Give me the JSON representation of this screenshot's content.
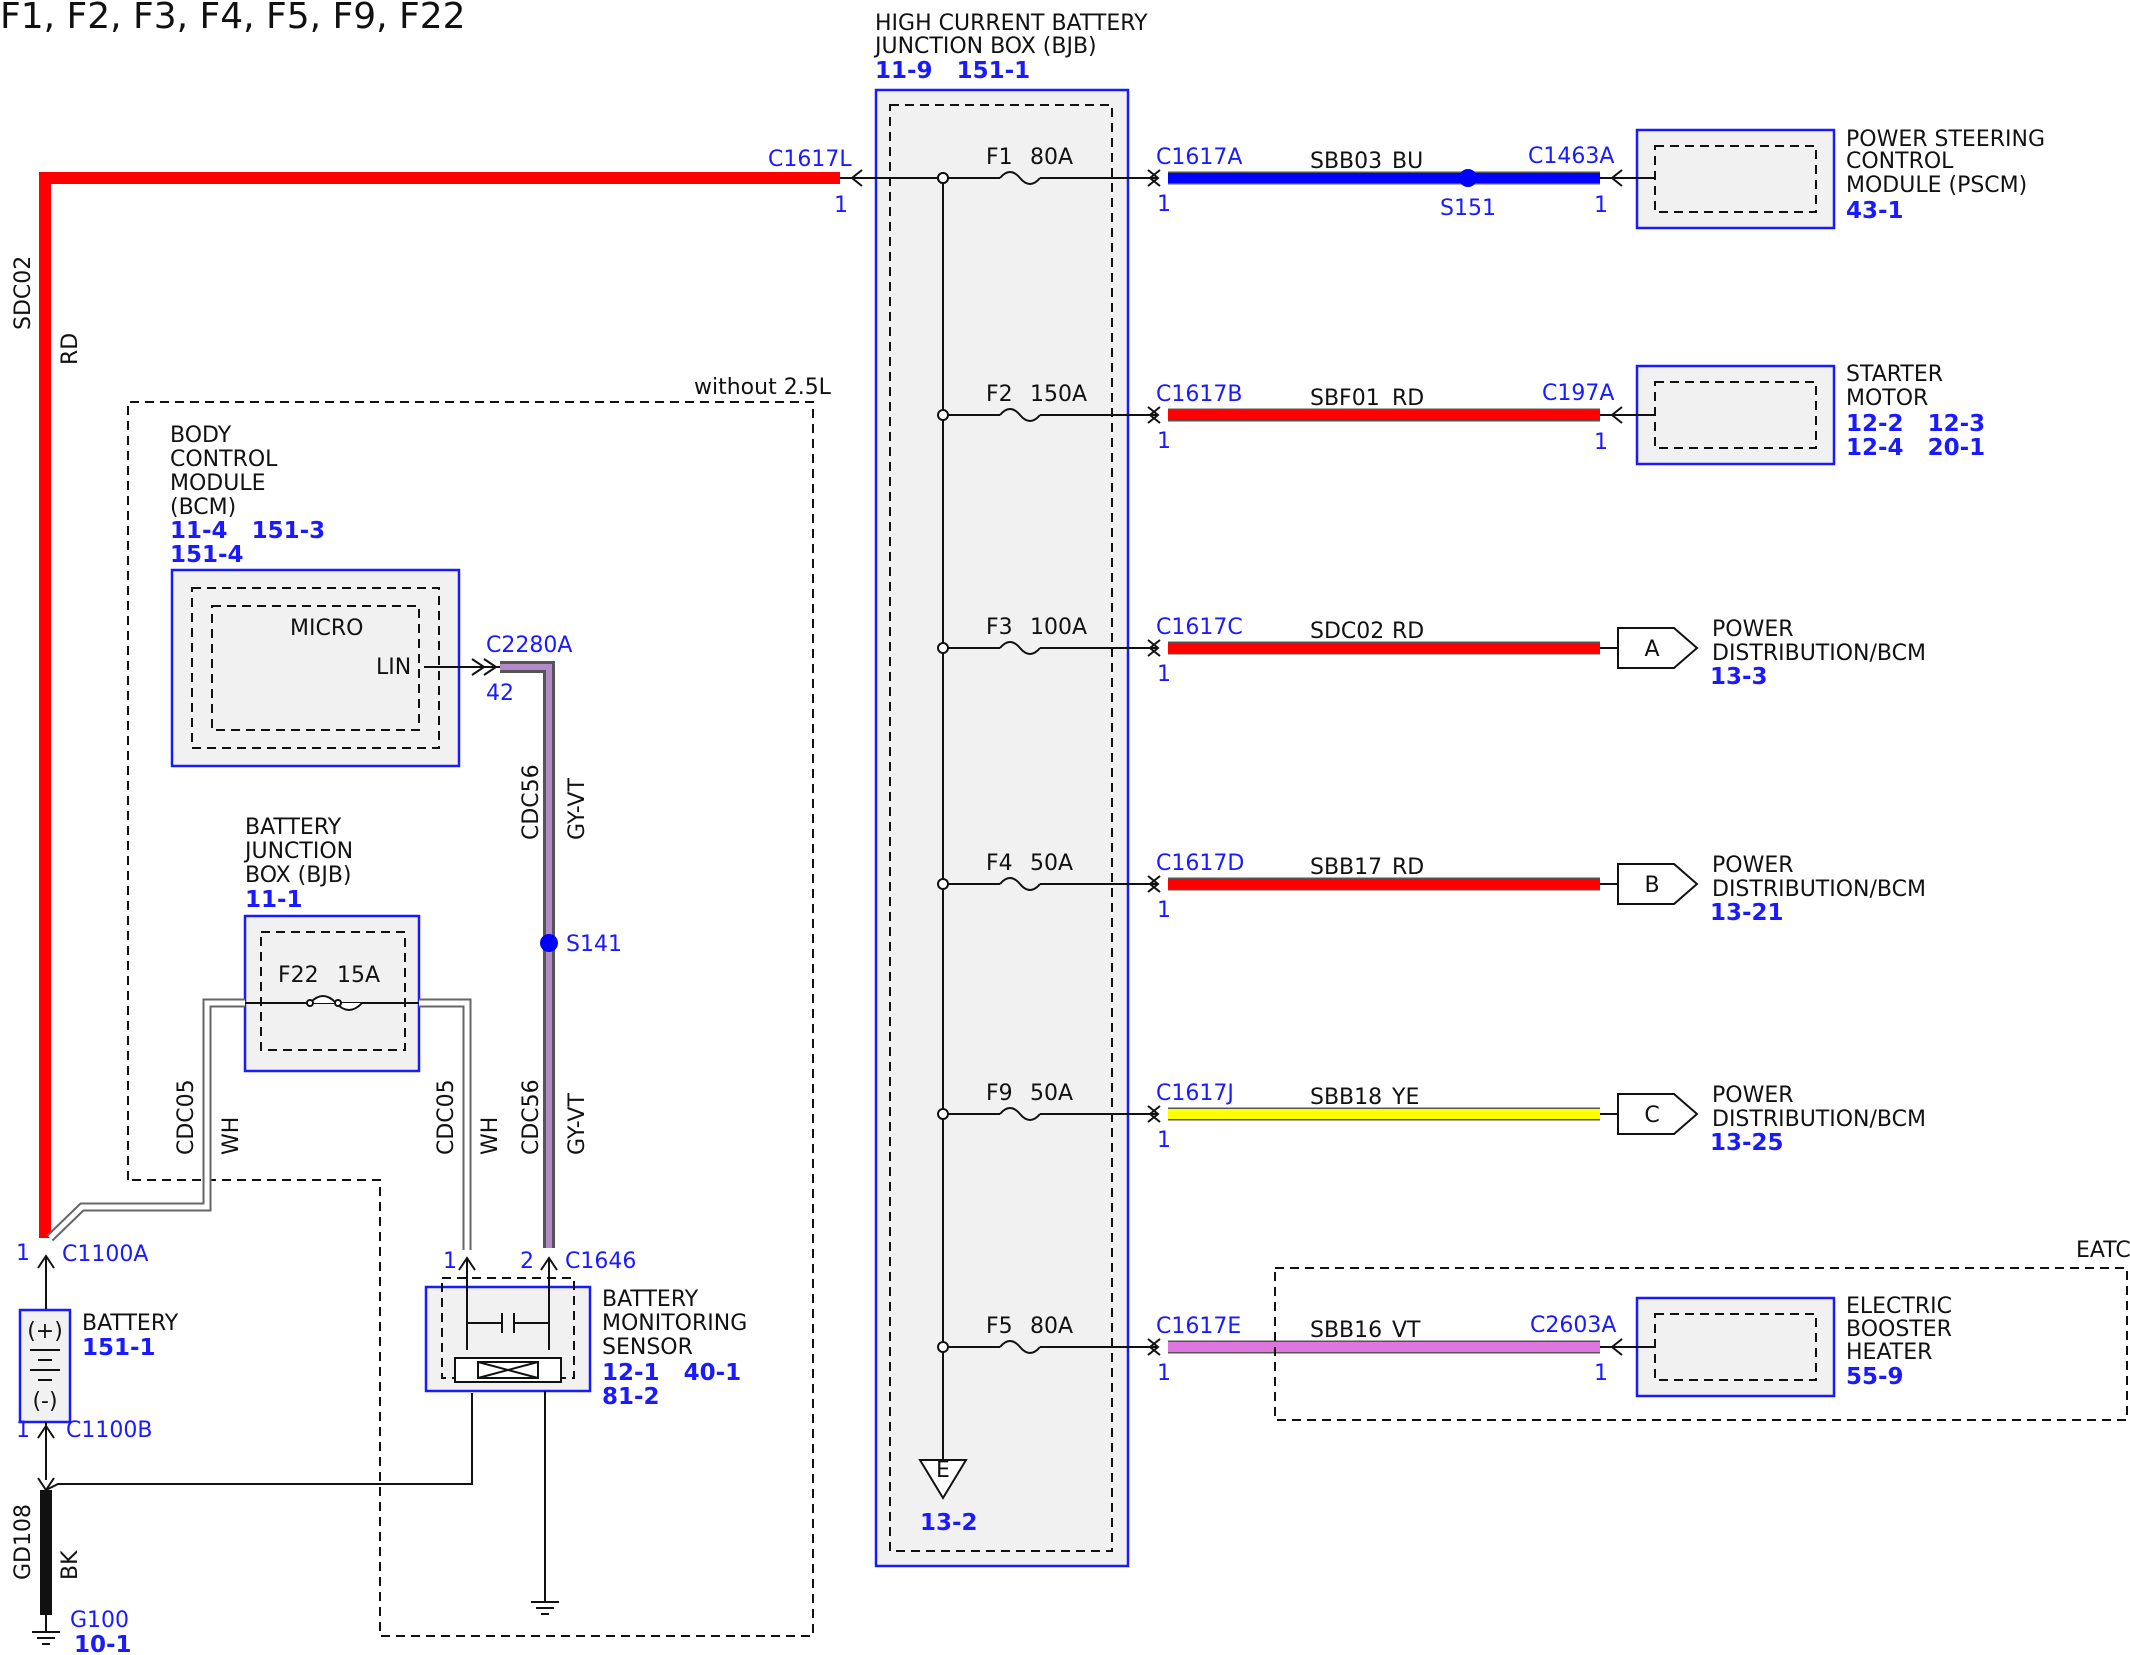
{
  "title": "F1, F2, F3, F4, F5, F9, F22",
  "colors": {
    "red": "#ff0000",
    "blue": "#0000ff",
    "yellow": "#ffff00",
    "violet": "#dd77dd",
    "grayviolet": "#9a7aa0",
    "black": "#111111",
    "label_blue": "#1a1aff"
  },
  "hcbjb": {
    "name_l1": "HIGH CURRENT BATTERY",
    "name_l2": "JUNCTION BOX (BJB)",
    "refs": "11-9   151-1",
    "ground_sym": "E",
    "ground_ref": "13-2"
  },
  "fuses": [
    {
      "fuse": "F1",
      "amps": "80A",
      "conn": "C1617A",
      "pin": "1",
      "circuit": "SBB03",
      "color": "BU"
    },
    {
      "fuse": "F2",
      "amps": "150A",
      "conn": "C1617B",
      "pin": "1",
      "circuit": "SBF01",
      "color": "RD"
    },
    {
      "fuse": "F3",
      "amps": "100A",
      "conn": "C1617C",
      "pin": "1",
      "circuit": "SDC02",
      "color": "RD"
    },
    {
      "fuse": "F4",
      "amps": "50A",
      "conn": "C1617D",
      "pin": "1",
      "circuit": "SBB17",
      "color": "RD"
    },
    {
      "fuse": "F9",
      "amps": "50A",
      "conn": "C1617J",
      "pin": "1",
      "circuit": "SBB18",
      "color": "YE"
    },
    {
      "fuse": "F5",
      "amps": "80A",
      "conn": "C1617E",
      "pin": "1",
      "circuit": "SBB16",
      "color": "VT"
    }
  ],
  "input": {
    "conn": "C1617L",
    "pin": "1",
    "circuit": "SDC02",
    "color": "RD"
  },
  "splice_s151": "S151",
  "pscm": {
    "conn": "C1463A",
    "pin": "1",
    "l1": "POWER STEERING",
    "l2": "CONTROL",
    "l3": "MODULE (PSCM)",
    "ref": "43-1"
  },
  "starter": {
    "conn": "C197A",
    "pin": "1",
    "l1": "STARTER",
    "l2": "MOTOR",
    "ref1": "12-2   12-3",
    "ref2": "12-4   20-1"
  },
  "pd": [
    {
      "letter": "A",
      "l1": "POWER",
      "l2": "DISTRIBUTION/BCM",
      "ref": "13-3"
    },
    {
      "letter": "B",
      "l1": "POWER",
      "l2": "DISTRIBUTION/BCM",
      "ref": "13-21"
    },
    {
      "letter": "C",
      "l1": "POWER",
      "l2": "DISTRIBUTION/BCM",
      "ref": "13-25"
    }
  ],
  "eatc": {
    "label": "EATC",
    "conn": "C2603A",
    "pin": "1",
    "l1": "ELECTRIC",
    "l2": "BOOSTER",
    "l3": "HEATER",
    "ref": "55-9"
  },
  "without_label": "without 2.5L",
  "bcm": {
    "l1": "BODY",
    "l2": "CONTROL",
    "l3": "MODULE",
    "l4": "(BCM)",
    "ref1": "11-4   151-3",
    "ref2": "151-4",
    "micro": "MICRO",
    "lin": "LIN",
    "conn": "C2280A",
    "pin": "42"
  },
  "bjb": {
    "l1": "BATTERY",
    "l2": "JUNCTION",
    "l3": "BOX (BJB)",
    "ref": "11-1",
    "fuse": "F22",
    "amps": "15A"
  },
  "wires": {
    "cdc56": "CDC56",
    "gyvt": "GY-VT",
    "cdc05": "CDC05",
    "wh": "WH",
    "s141": "S141",
    "gd108": "GD108",
    "bk": "BK"
  },
  "battery": {
    "label": "BATTERY",
    "ref": "151-1",
    "conn_top": "C1100A",
    "conn_bot": "C1100B",
    "pin": "1",
    "plus": "(+)",
    "minus": "(-)"
  },
  "bms": {
    "l1": "BATTERY",
    "l2": "MONITORING",
    "l3": "SENSOR",
    "ref1": "12-1   40-1",
    "ref2": "81-2",
    "conn": "C1646",
    "pin1": "1",
    "pin2": "2"
  },
  "ground": {
    "name": "G100",
    "ref": "10-1"
  }
}
